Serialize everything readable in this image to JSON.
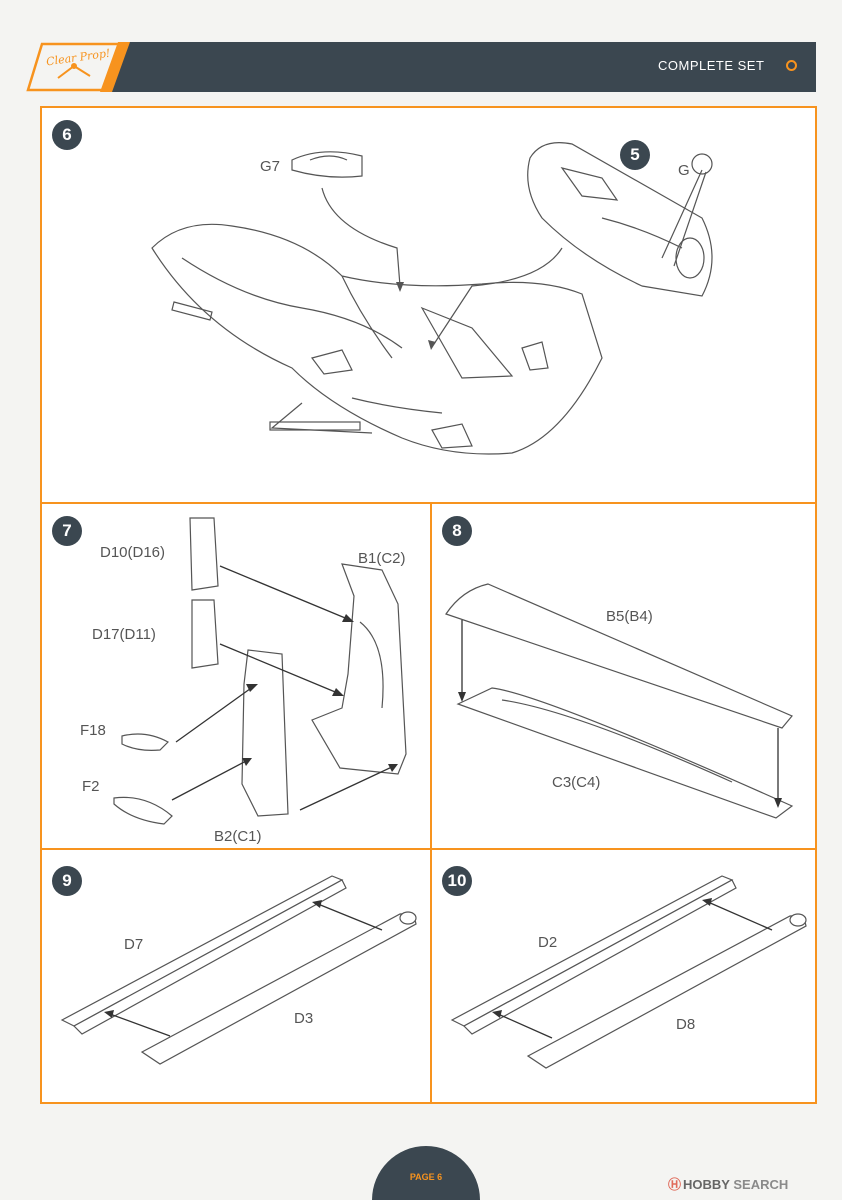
{
  "header": {
    "brand": "Clear Prop!",
    "section": "COMPLETE SET",
    "colors": {
      "accent": "#f7931e",
      "bar": "#3b4750"
    }
  },
  "steps": [
    {
      "number": "6",
      "labels": {
        "p1": "G7",
        "p2": "G"
      },
      "inset_number": "5"
    },
    {
      "number": "7",
      "labels": {
        "p1": "D10(D16)",
        "p2": "B1(C2)",
        "p3": "D17(D11)",
        "p4": "F18",
        "p5": "F2",
        "p6": "B2(C1)"
      }
    },
    {
      "number": "8",
      "labels": {
        "p1": "B5(B4)",
        "p2": "C3(C4)"
      }
    },
    {
      "number": "9",
      "labels": {
        "p1": "D7",
        "p2": "D3"
      }
    },
    {
      "number": "10",
      "labels": {
        "p1": "D2",
        "p2": "D8"
      }
    }
  ],
  "footer": {
    "page": "PAGE 6",
    "watermark_logo": "Ⓗ",
    "watermark_brand": "HOBBY",
    "watermark_suffix": "SEARCH"
  }
}
